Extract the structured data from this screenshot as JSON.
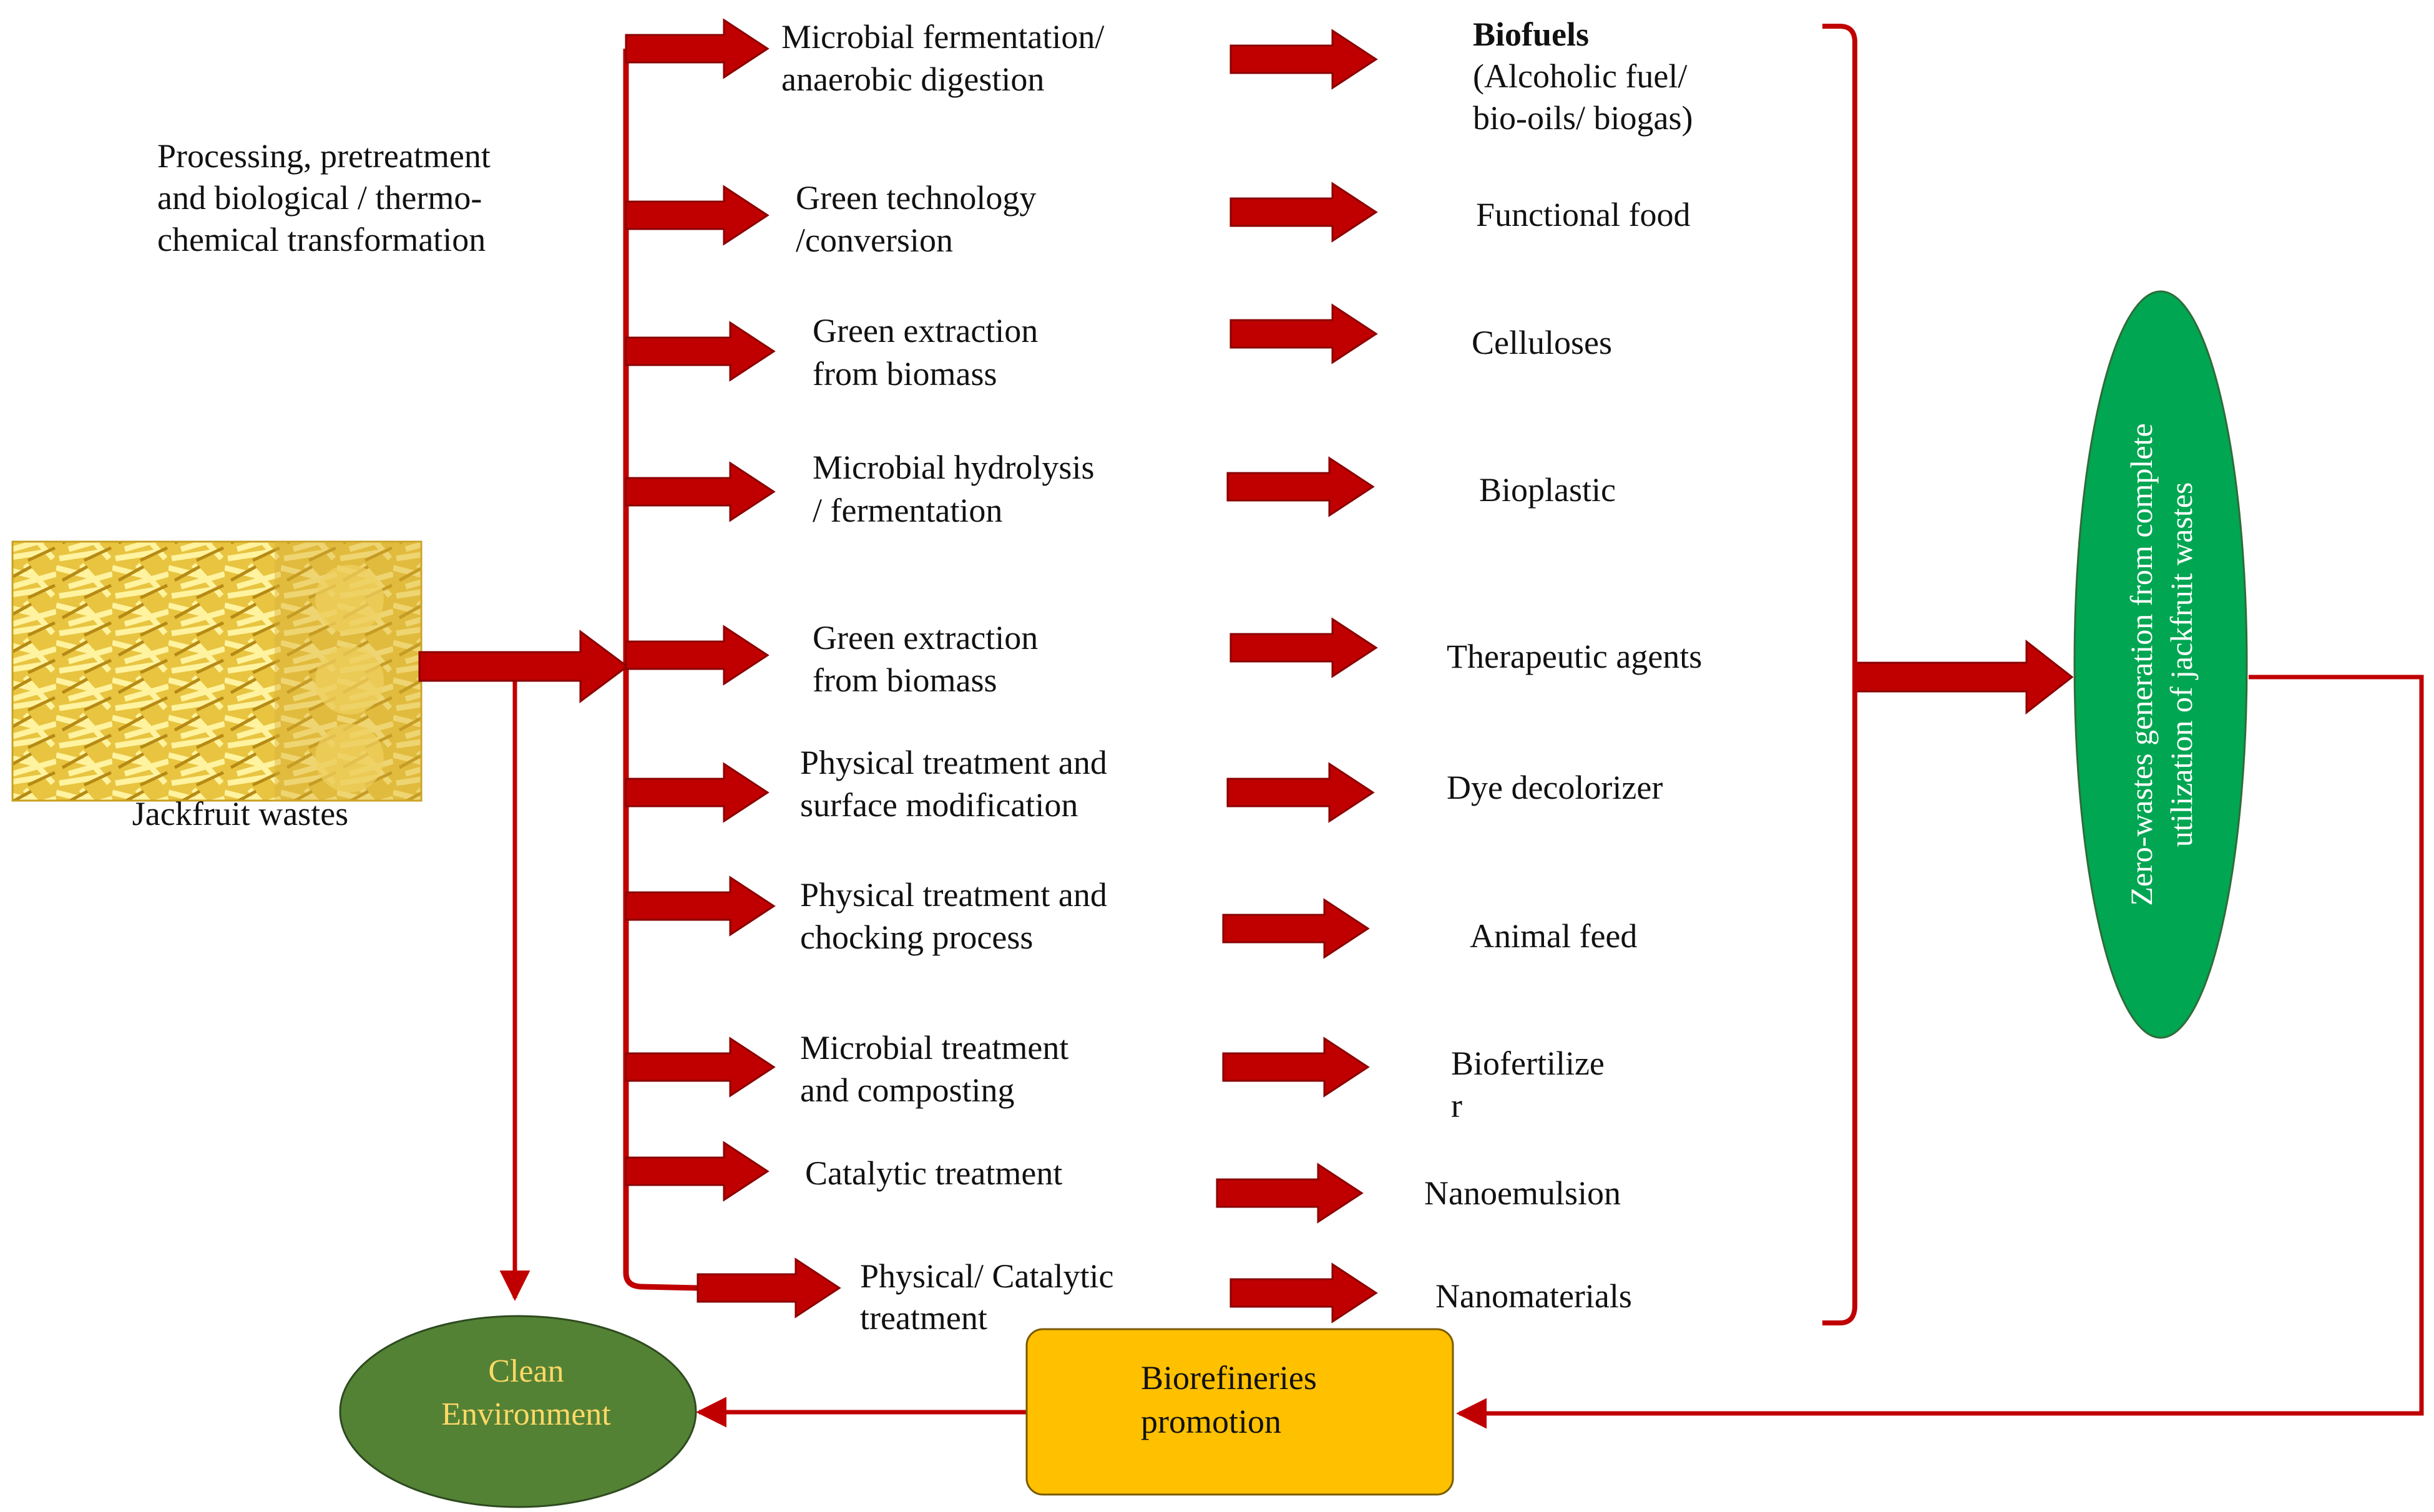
{
  "source_label": "Jackfruit wastes",
  "process_header": [
    "Processing, pretreatment",
    "and biological / thermo-",
    "chemical transformation"
  ],
  "rows": [
    {
      "process": [
        "Microbial fermentation/",
        "anaerobic digestion"
      ],
      "product": [
        "Biofuels",
        "(Alcoholic fuel/",
        "bio-oils/ biogas)"
      ]
    },
    {
      "process": [
        "Green technology",
        "/conversion"
      ],
      "product": [
        "Functional food"
      ]
    },
    {
      "process": [
        "Green extraction",
        "from biomass"
      ],
      "product": [
        "Celluloses"
      ]
    },
    {
      "process": [
        "Microbial hydrolysis",
        "/ fermentation"
      ],
      "product": [
        "Bioplastic"
      ]
    },
    {
      "process": [
        "Green extraction",
        "from biomass"
      ],
      "product": [
        "Therapeutic agents"
      ]
    },
    {
      "process": [
        "Physical treatment and",
        "surface modification"
      ],
      "product": [
        "Dye decolorizer"
      ]
    },
    {
      "process": [
        "Physical treatment and",
        "chocking process"
      ],
      "product": [
        "Animal feed"
      ]
    },
    {
      "process": [
        "Microbial treatment",
        "and composting"
      ],
      "product": [
        "Biofertilize",
        "r"
      ]
    },
    {
      "process": [
        "Catalytic treatment"
      ],
      "product": [
        "Nanoemulsion"
      ]
    },
    {
      "process": [
        "Physical/ Catalytic",
        "treatment"
      ],
      "product": [
        "Nanomaterials"
      ]
    }
  ],
  "zero_waste": [
    "Zero-wastes generation from complete",
    "utilization of jackfruit wastes"
  ],
  "biorefineries": [
    "Biorefineries",
    "promotion"
  ],
  "clean_environment": [
    "Clean",
    "Environment"
  ],
  "colors": {
    "arrow": "#c00000",
    "arrow_outline": "#8a0000",
    "connector": "#c00000",
    "zero_waste_fill": "#00a651",
    "biorefineries_fill": "#ffc000",
    "clean_env_fill": "#548235",
    "clean_env_text": "#ffd966",
    "ellipse_text": "#ffffff"
  }
}
